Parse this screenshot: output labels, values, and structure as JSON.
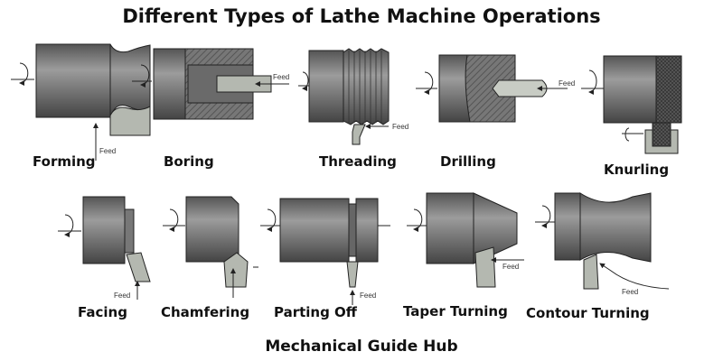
{
  "title": "Different Types of Lathe Machine Operations",
  "footer": "Mechanical Guide Hub",
  "feed_label": "Feed",
  "operations": [
    {
      "name": "Forming"
    },
    {
      "name": "Boring"
    },
    {
      "name": "Threading"
    },
    {
      "name": "Drilling"
    },
    {
      "name": "Knurling"
    },
    {
      "name": "Facing"
    },
    {
      "name": "Chamfering"
    },
    {
      "name": "Parting Off"
    },
    {
      "name": "Taper Turning"
    },
    {
      "name": "Contour Turning"
    }
  ],
  "colors": {
    "workpiece": "#6e6e6e",
    "tool": "#b4b8b0",
    "text": "#111111"
  }
}
